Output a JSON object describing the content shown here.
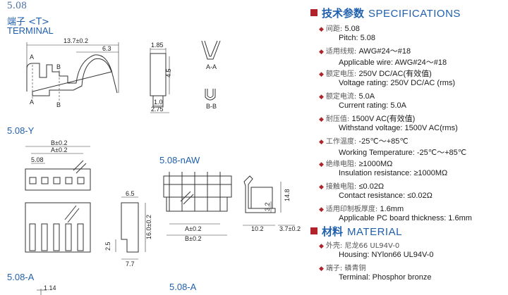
{
  "series_number": "5.08",
  "terminal": {
    "zh": "端子 <T>",
    "en": "TERMINAL"
  },
  "labels": {
    "y": "5.08-Y",
    "naw": "5.08-nAW",
    "a_left": "5.08-A",
    "a_mid": "5.08-A"
  },
  "dims": {
    "t_len": "13.7±0.2",
    "t_63": "6.3",
    "t_185": "1.85",
    "t_45": "4.5",
    "t_10": "1.0",
    "t_275": "2.75",
    "aa": "A-A",
    "bb": "B-B",
    "sec_a": "A",
    "sec_b": "B",
    "y_b": "B±0.2",
    "y_a": "A±0.2",
    "y_508": "5.08",
    "y_65": "6.5",
    "y_160": "16.0±0.2",
    "y_25": "2.5",
    "y_77": "7.7",
    "n_a": "A±0.2",
    "n_b": "B±0.2",
    "n_102": "10.2",
    "n_37": "3.7±0.2",
    "n_148": "14.8",
    "n_32": "3.2",
    "a_114": "1.14"
  },
  "specs": {
    "heading_zh": "技术参数",
    "heading_en": "SPECIFICATIONS",
    "items": [
      {
        "zh": "间距: ",
        "zh_val": "5.08",
        "en": "Pitch: 5.08"
      },
      {
        "zh": "适用线规: ",
        "zh_val": "AWG#24～#18",
        "en": "Applicable wire: AWG#24～#18"
      },
      {
        "zh": "额定电压: ",
        "zh_val": "250V DC/AC(有效值)",
        "en": "Voltage rating: 250V DC/AC (rms)"
      },
      {
        "zh": "额定电流: ",
        "zh_val": "5.0A",
        "en": "Current rating: 5.0A"
      },
      {
        "zh": "耐压值: ",
        "zh_val": "1500V AC(有效值)",
        "en": "Withstand voltage: 1500V AC(rms)"
      },
      {
        "zh": "工作温度: ",
        "zh_val": "-25℃～+85℃",
        "en": "Working Temperature: -25℃～+85℃"
      },
      {
        "zh": "绝缘电阻: ",
        "zh_val": "≥1000MΩ",
        "en": "Insulation resistance: ≥1000MΩ"
      },
      {
        "zh": "接触电阻: ",
        "zh_val": "≤0.02Ω",
        "en": "Contact resistance: ≤0.02Ω"
      },
      {
        "zh": "适用印制板厚度: ",
        "zh_val": "1.6mm",
        "en": "Applicable PC board thickness: 1.6mm"
      }
    ]
  },
  "material": {
    "heading_zh": "材料",
    "heading_en": "MATERIAL",
    "items": [
      {
        "zh": "外壳: 尼龙66   UL94V-0",
        "en": "Housing: NYlon66  UL94V-0"
      },
      {
        "zh": "端子: 磷青铜",
        "en": "Terminal: Phosphor bronze"
      }
    ]
  }
}
